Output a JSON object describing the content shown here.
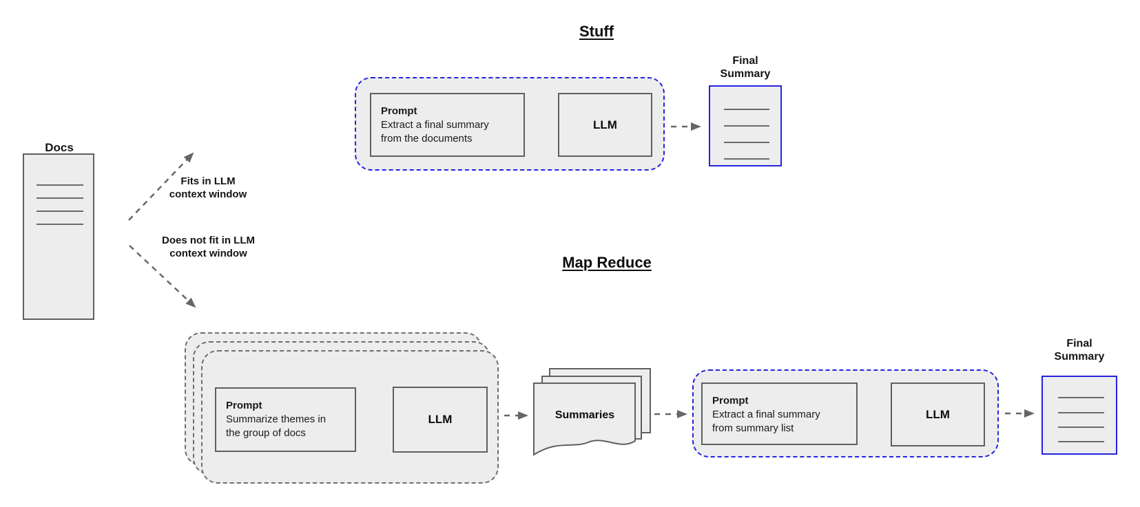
{
  "colors": {
    "accent_blue": "#2323e0",
    "shape_fill": "#ededed",
    "shape_border": "#5f5f5f",
    "arrow_gray": "#666666",
    "background": "#ffffff"
  },
  "source": {
    "label": "Docs"
  },
  "branch_fits": {
    "line1": "Fits in LLM",
    "line2": "context window"
  },
  "branch_not_fit": {
    "line1": "Does not fit in LLM",
    "line2": "context window"
  },
  "stuff": {
    "title": "Stuff",
    "prompt": {
      "title": "Prompt",
      "line1": "Extract a final summary",
      "line2": "from the documents"
    },
    "llm_label": "LLM",
    "output": {
      "line1": "Final",
      "line2": "Summary"
    }
  },
  "map_reduce": {
    "title": "Map Reduce",
    "group_prompt": {
      "title": "Prompt",
      "line1": "Summarize themes in",
      "line2": "the group of docs"
    },
    "group_llm_label": "LLM",
    "summaries_label": "Summaries",
    "final_prompt": {
      "title": "Prompt",
      "line1": "Extract a final summary",
      "line2": "from summary list"
    },
    "final_llm_label": "LLM",
    "output": {
      "line1": "Final",
      "line2": "Summary"
    }
  }
}
